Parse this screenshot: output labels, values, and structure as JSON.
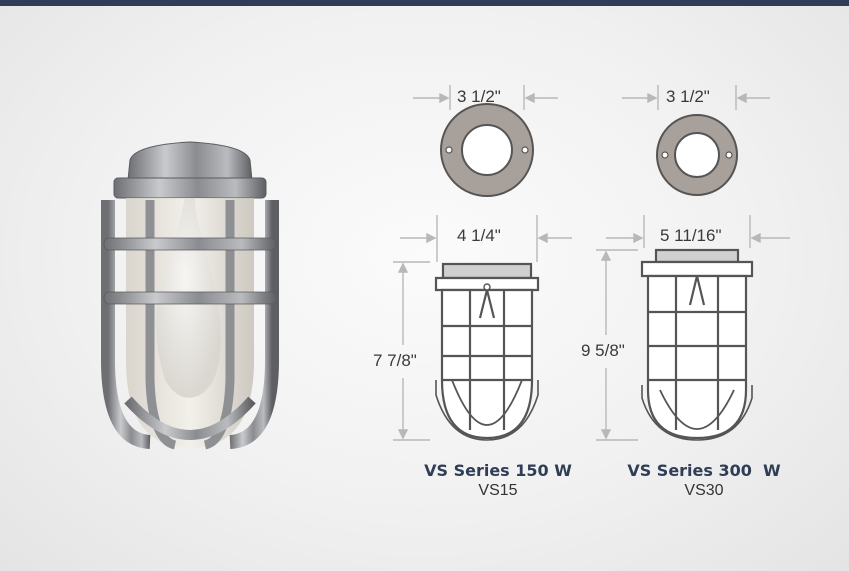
{
  "fixtures": [
    {
      "ring_width": "3 1/2\"",
      "body_width": "4 1/4\"",
      "height": "7 7/8\"",
      "series": "VS Series 150 W",
      "model": "VS15"
    },
    {
      "ring_width": "3 1/2\"",
      "body_width": "5 11/16\"",
      "height": "9 5/8\"",
      "series": "VS Series 300  W",
      "model": "VS30"
    }
  ],
  "colors": {
    "header_bar": "#2f3e56",
    "ring_fill": "#a8a09b",
    "outline": "#555555",
    "dim_line": "#b8b8b8"
  }
}
